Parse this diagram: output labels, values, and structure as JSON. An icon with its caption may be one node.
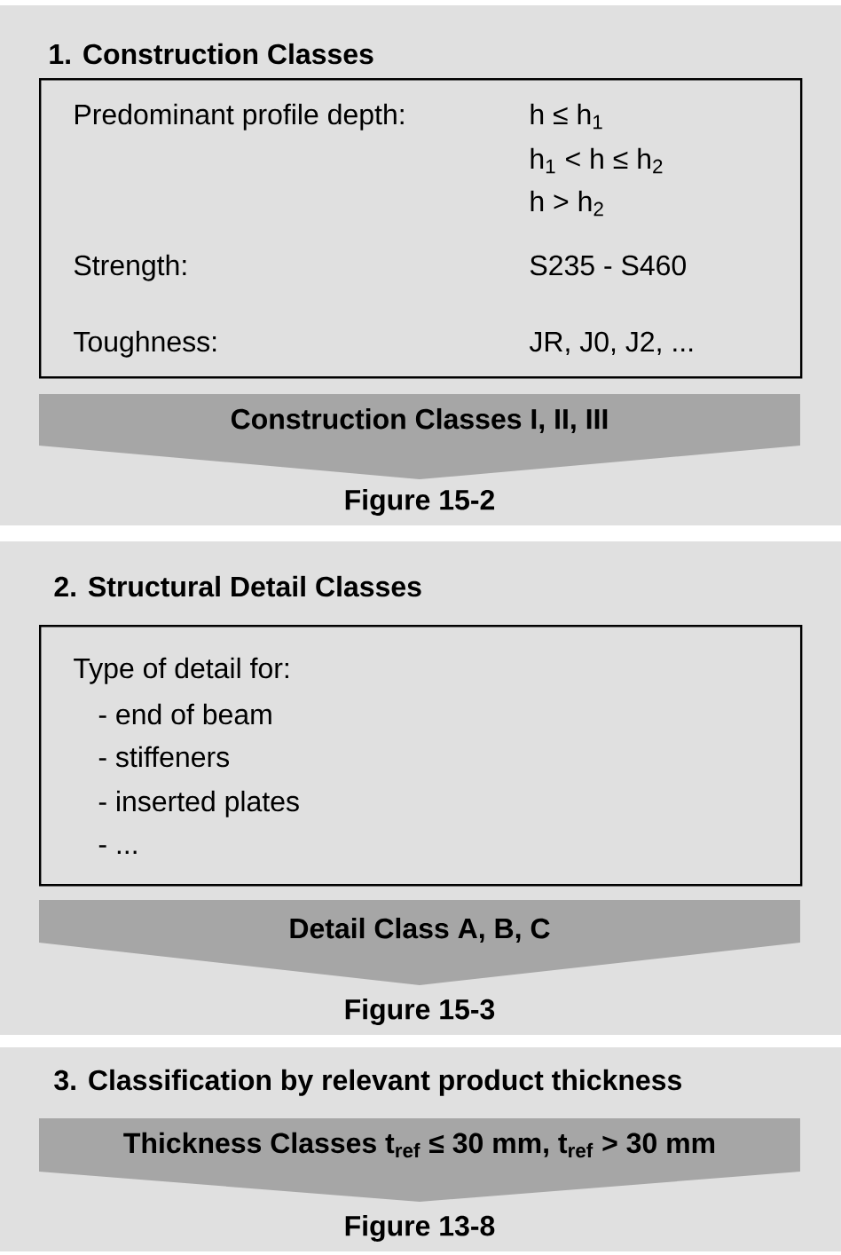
{
  "diagram": {
    "nodes": [
      {
        "text": [
          "1. Construction Classes"
        ]
      },
      {
        "text": [
          "Predominant profile depth:",
          "h ≤ h$_{1}$",
          "h$_{1}$ < h ≤ h$_{2}$",
          "h > h$_{2}$",
          "Strength:",
          "S235 - S460",
          "Toughness:",
          "JR, J0, J2, ..."
        ],
        "in": 0
      },
      {
        "text": [
          "Construction Classes I, II, III"
        ],
        "beside": [
          "Figure 15-2"
        ],
        "in": 0
      },
      {
        "text": [
          "2. Structural Detail Classes"
        ]
      },
      {
        "text": [
          "Type of detail for:",
          "- end of beam",
          "- stiffeners",
          "- inserted plates",
          "- ..."
        ],
        "in": 3
      },
      {
        "text": [
          "Detail Class A, B, C"
        ],
        "beside": [
          "Figure 15-3"
        ],
        "in": 3
      },
      {
        "text": [
          "3. Classification by relevant product thickness"
        ]
      },
      {
        "text": [
          "Thickness Classes t$_{ref}$ ≤ 30 mm, t$_{ref}$ > 30 mm"
        ],
        "beside": [
          "Figure 13-8"
        ],
        "in": 6
      }
    ]
  }
}
